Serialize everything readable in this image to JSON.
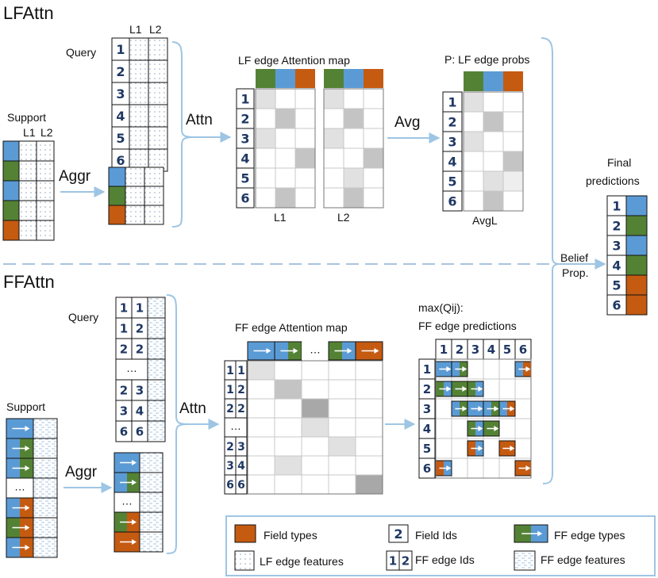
{
  "colors": {
    "blue": "#5b9bd5",
    "green": "#548235",
    "orange": "#c55a11",
    "arrow": "#9ec5e3",
    "dot": "#8b9fb8",
    "dash": "#a9c4de",
    "attn_light": "#e1e1e1",
    "attn_mid": "#c4c4c4",
    "attn_dark": "#a8a8a8",
    "attn_faint": "#eeeeee"
  },
  "lf": {
    "title": "LFAttn",
    "query_label": "Query",
    "l1": "L1",
    "l2": "L2",
    "support_label": "Support",
    "aggr_label": "Aggr",
    "attn_label": "Attn",
    "map_title": "LF edge Attention map",
    "avg_label": "Avg",
    "probs_title": "P: LF edge probs",
    "avgl_label": "AvgL",
    "query_ids": [
      "1",
      "2",
      "3",
      "4",
      "5",
      "6"
    ],
    "support_colors": [
      "blue",
      "green",
      "blue",
      "green",
      "orange"
    ],
    "aggr_colors": [
      "blue",
      "green",
      "orange"
    ],
    "col_colors": [
      "green",
      "blue",
      "orange"
    ],
    "map_l1": [
      [
        1,
        0,
        0
      ],
      [
        0,
        2,
        0
      ],
      [
        1,
        0,
        0
      ],
      [
        0,
        0,
        2
      ],
      [
        0,
        0,
        0
      ],
      [
        0,
        2,
        0
      ]
    ],
    "map_l2": [
      [
        1,
        0,
        0
      ],
      [
        0,
        2,
        0
      ],
      [
        1,
        0,
        0
      ],
      [
        0,
        0,
        2
      ],
      [
        0,
        1,
        0
      ],
      [
        0,
        2,
        0
      ]
    ],
    "map_avg": [
      [
        1,
        0,
        0
      ],
      [
        0,
        2,
        0
      ],
      [
        1,
        0,
        0
      ],
      [
        0,
        0,
        2
      ],
      [
        0,
        1,
        3
      ],
      [
        0,
        2,
        0
      ]
    ]
  },
  "final": {
    "title_line1": "Final",
    "title_line2": "predictions",
    "belief_line1": "Belief",
    "belief_line2": "Prop.",
    "ids": [
      "1",
      "2",
      "3",
      "4",
      "5",
      "6"
    ],
    "colors": [
      "blue",
      "green",
      "blue",
      "green",
      "orange",
      "orange"
    ]
  },
  "ff": {
    "title": "FFAttn",
    "query_label": "Query",
    "support_label": "Support",
    "aggr_label": "Aggr",
    "attn_label": "Attn",
    "map_title": "FF edge Attention map",
    "pred_title_line1": "max(Qij):",
    "pred_title_line2": "FF edge predictions",
    "ellipsis": "…",
    "query_pairs": [
      [
        "1",
        "1"
      ],
      [
        "1",
        "2"
      ],
      [
        "2",
        "2"
      ],
      [
        "…",
        ""
      ],
      [
        "2",
        "3"
      ],
      [
        "3",
        "4"
      ],
      [
        "6",
        "6"
      ]
    ],
    "support_types": [
      [
        "blue",
        "blue"
      ],
      [
        "blue",
        "green"
      ],
      [
        "blue",
        "green"
      ],
      [
        "white",
        "white"
      ],
      [
        "blue",
        "orange"
      ],
      [
        "green",
        "orange"
      ],
      [
        "blue",
        "orange"
      ]
    ],
    "aggr_types": [
      [
        "blue",
        "blue"
      ],
      [
        "blue",
        "green"
      ],
      [
        "white",
        "white"
      ],
      [
        "green",
        "orange"
      ],
      [
        "orange",
        "orange"
      ]
    ],
    "map_cols": [
      [
        "blue",
        "blue"
      ],
      [
        "blue",
        "green"
      ],
      [
        "ellipsis",
        ""
      ],
      [
        "green",
        "blue"
      ],
      [
        "orange",
        "orange"
      ]
    ],
    "map_rows": [
      [
        "1",
        "1"
      ],
      [
        "1",
        "2"
      ],
      [
        "2",
        "2"
      ],
      [
        "…",
        ""
      ],
      [
        "2",
        "3"
      ],
      [
        "3",
        "4"
      ],
      [
        "6",
        "6"
      ]
    ],
    "map_shades": [
      [
        1,
        0,
        0,
        0,
        0
      ],
      [
        0,
        2,
        0,
        0,
        0
      ],
      [
        0,
        0,
        3,
        0,
        0
      ],
      [
        0,
        0,
        1,
        0,
        0
      ],
      [
        0,
        0,
        0,
        1,
        0
      ],
      [
        0,
        1,
        0,
        0,
        0
      ],
      [
        0,
        0,
        0,
        0,
        3
      ]
    ],
    "pred_ids": [
      "1",
      "2",
      "3",
      "4",
      "5",
      "6"
    ],
    "pred_cells": [
      {
        "r": 0,
        "c": 0,
        "a": "blue",
        "b": "blue"
      },
      {
        "r": 0,
        "c": 1,
        "a": "blue",
        "b": "green"
      },
      {
        "r": 0,
        "c": 5,
        "a": "blue",
        "b": "orange"
      },
      {
        "r": 1,
        "c": 0,
        "a": "green",
        "b": "blue"
      },
      {
        "r": 1,
        "c": 1,
        "a": "green",
        "b": "green"
      },
      {
        "r": 1,
        "c": 2,
        "a": "green",
        "b": "blue"
      },
      {
        "r": 2,
        "c": 1,
        "a": "blue",
        "b": "green"
      },
      {
        "r": 2,
        "c": 2,
        "a": "blue",
        "b": "blue"
      },
      {
        "r": 2,
        "c": 3,
        "a": "blue",
        "b": "green"
      },
      {
        "r": 2,
        "c": 4,
        "a": "blue",
        "b": "orange"
      },
      {
        "r": 3,
        "c": 2,
        "a": "green",
        "b": "blue"
      },
      {
        "r": 3,
        "c": 3,
        "a": "green",
        "b": "green"
      },
      {
        "r": 4,
        "c": 2,
        "a": "orange",
        "b": "blue"
      },
      {
        "r": 4,
        "c": 4,
        "a": "orange",
        "b": "orange"
      },
      {
        "r": 5,
        "c": 0,
        "a": "orange",
        "b": "blue"
      },
      {
        "r": 5,
        "c": 5,
        "a": "orange",
        "b": "orange"
      }
    ]
  },
  "legend": {
    "field_types": "Field types",
    "field_ids": "Field Ids",
    "ff_edge_types": "FF edge types",
    "lf_edge_features": "LF edge features",
    "ff_edge_ids": "FF edge Ids",
    "ff_edge_features": "FF edge features",
    "sample_id": "2",
    "sample_pair": [
      "1",
      "2"
    ]
  }
}
